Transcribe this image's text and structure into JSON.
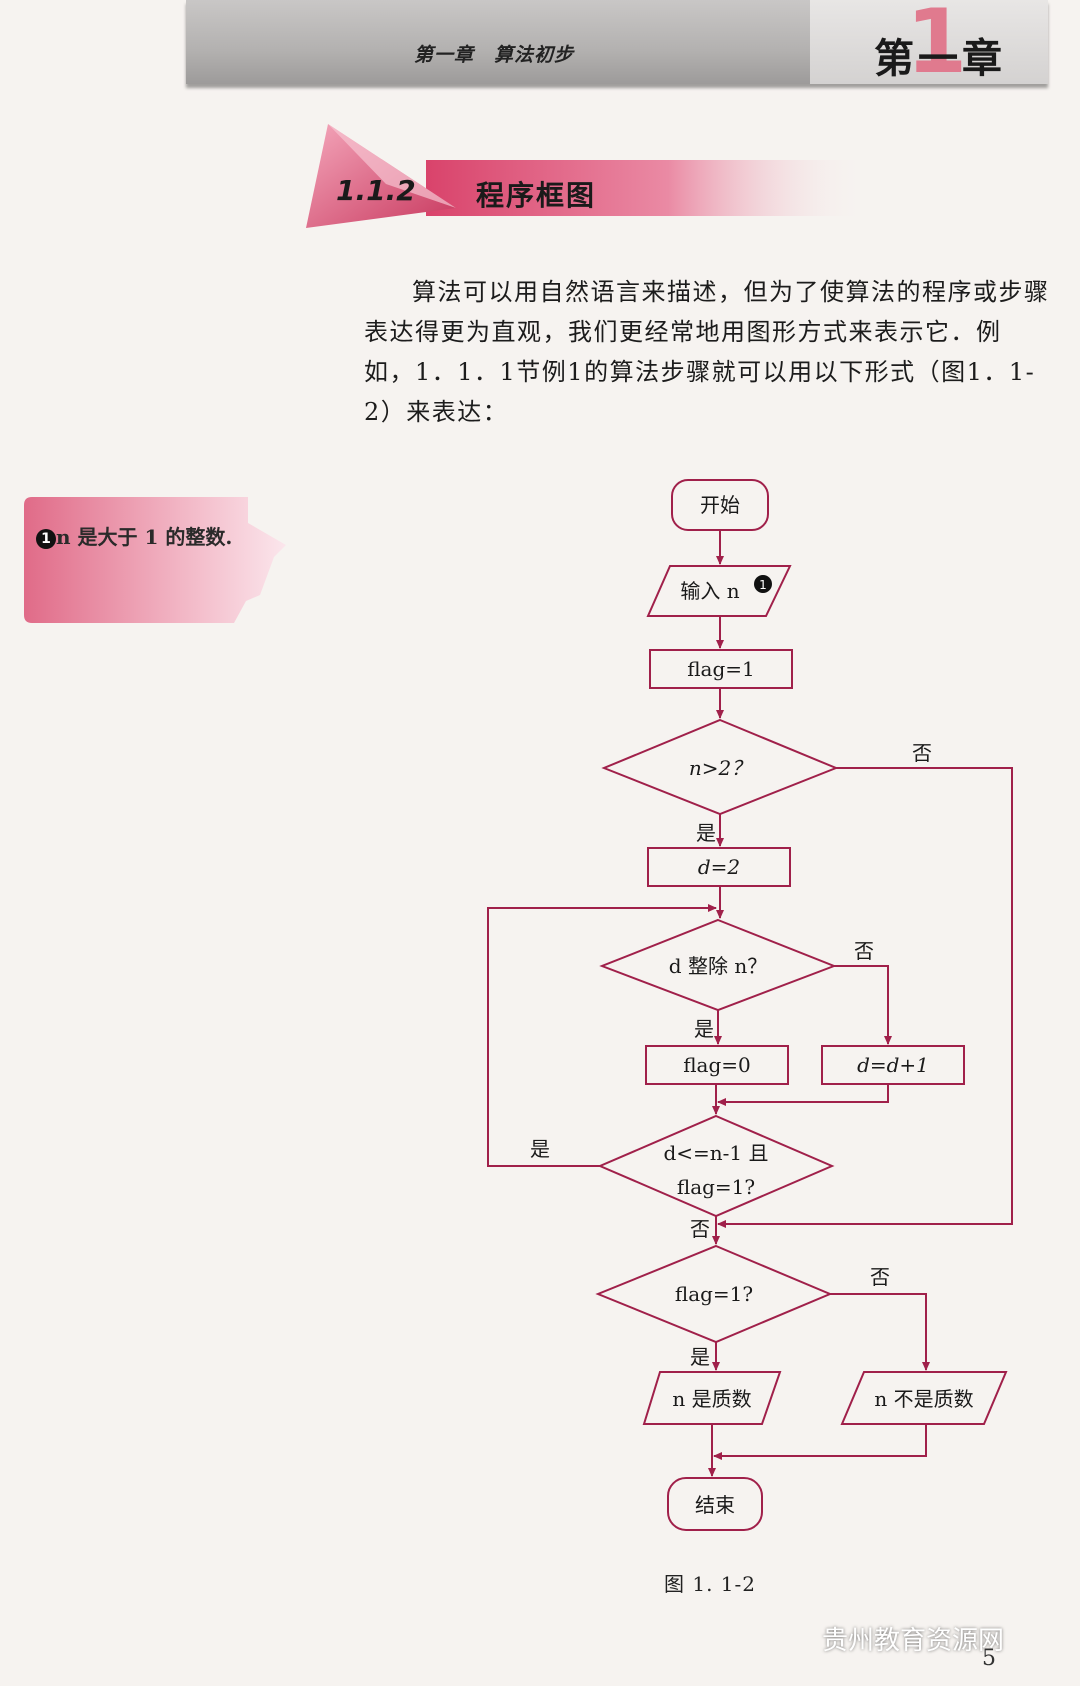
{
  "header": {
    "running_title": "第一章　算法初步",
    "chapter_label": "第一章",
    "chapter_number": "1"
  },
  "section": {
    "number": "1.1.2",
    "title": "程序框图"
  },
  "paragraph": "算法可以用自然语言来描述，但为了使算法的程序或步骤表达得更为直观，我们更经常地用图形方式来表示它．例如，1．1．1节例1的算法步骤就可以用以下形式（图1．1-2）来表达：",
  "side_note": {
    "marker": "1",
    "text": "n 是大于 1 的整数."
  },
  "flowchart": {
    "start": "开始",
    "input": "输入 n",
    "input_marker": "1",
    "init_flag": "flag=1",
    "cond_n_gt_2": "n>2？",
    "init_d": "d=2",
    "cond_divides": "d 整除 n？",
    "set_flag_zero": "flag=0",
    "increment_d": "d=d+1",
    "cond_loop_line1": "d<=n-1 且",
    "cond_loop_line2": "flag=1?",
    "cond_flag": "flag=1?",
    "output_prime": "n 是质数",
    "output_not_prime": "n 不是质数",
    "end": "结束",
    "yes": "是",
    "no": "否"
  },
  "caption": "图 1. 1-2",
  "watermark": "贵州教育资源网",
  "page_number": "5",
  "colors": {
    "flow_line": "#a0204a",
    "banner_pink": "#e05a7d",
    "note_pink": "#e5758f"
  }
}
